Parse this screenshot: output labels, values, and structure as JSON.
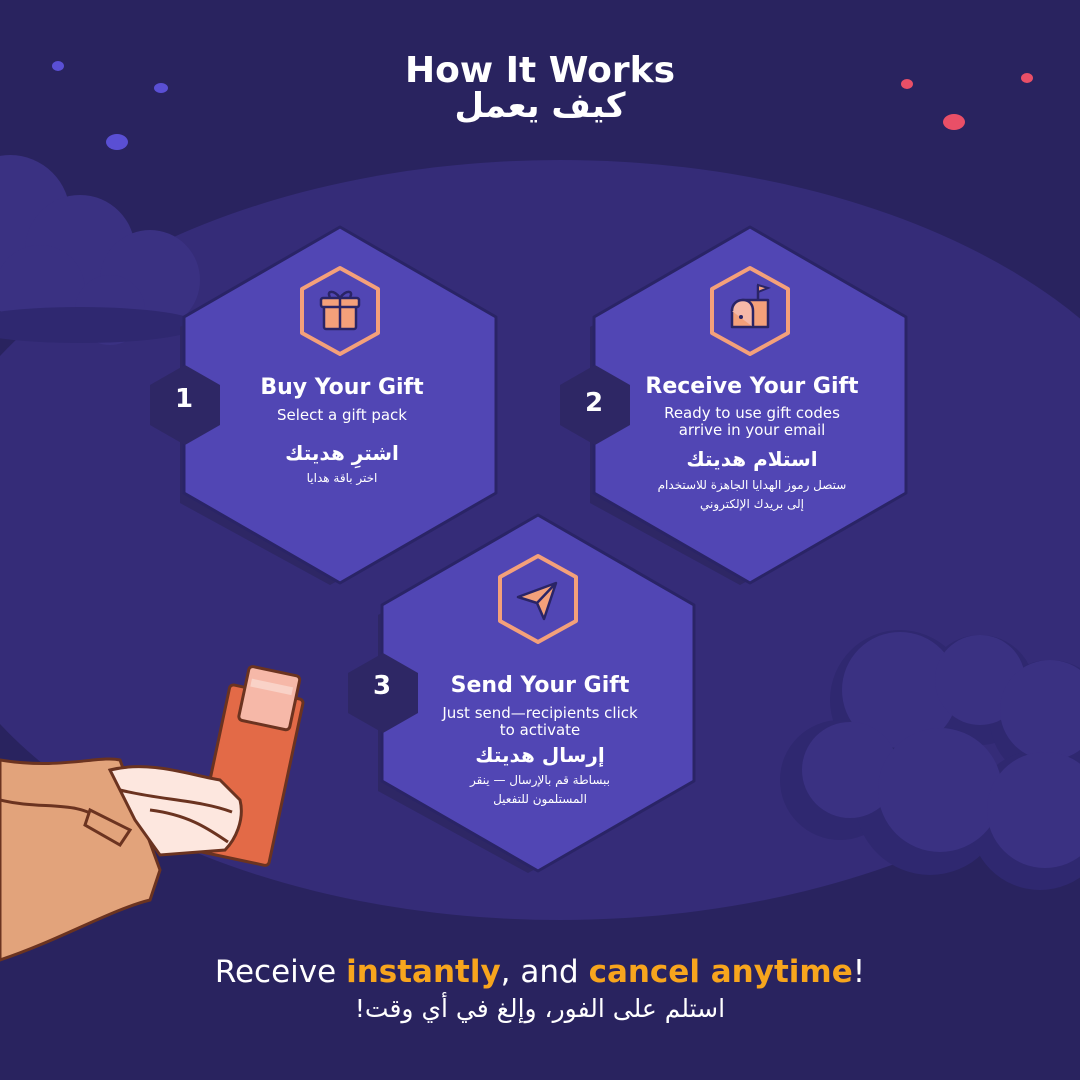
{
  "header": {
    "title_en": "How It Works",
    "title_ar": "كيف يعمل"
  },
  "steps": [
    {
      "number": "1",
      "icon": "gift-icon",
      "title": "Buy Your Gift",
      "desc_lines": [
        "Select a gift pack"
      ],
      "title_ar": "اشترِ هديتك",
      "desc_ar_lines": [
        "اختر باقة هدايا"
      ]
    },
    {
      "number": "2",
      "icon": "mailbox-icon",
      "title": "Receive Your Gift",
      "desc_lines": [
        "Ready to use gift codes",
        "arrive in your email"
      ],
      "title_ar": "استلام هديتك",
      "desc_ar_lines": [
        "ستصل رموز الهدايا الجاهزة للاستخدام",
        "إلى بريدك الإلكتروني"
      ]
    },
    {
      "number": "3",
      "icon": "paper-plane-icon",
      "title": "Send Your Gift",
      "desc_lines": [
        "Just send—recipients click",
        "to activate"
      ],
      "title_ar": "إرسال هديتك",
      "desc_ar_lines": [
        "ببساطة قم بالإرسال — ينقر",
        "المستلمون للتفعيل"
      ]
    }
  ],
  "footer": {
    "en_prefix": "Receive ",
    "en_highlight_1": "instantly",
    "en_middle": ", and ",
    "en_highlight_2": "cancel anytime",
    "en_suffix": "!",
    "ar": "استلم على الفور، وإلغ في أي وقت!"
  },
  "colors": {
    "background": "#29235f",
    "hex_fill": "#5146b4",
    "hex_shadow": "#2e2765",
    "icon_outline": "#f4a07a",
    "highlight": "#f7a51d"
  }
}
